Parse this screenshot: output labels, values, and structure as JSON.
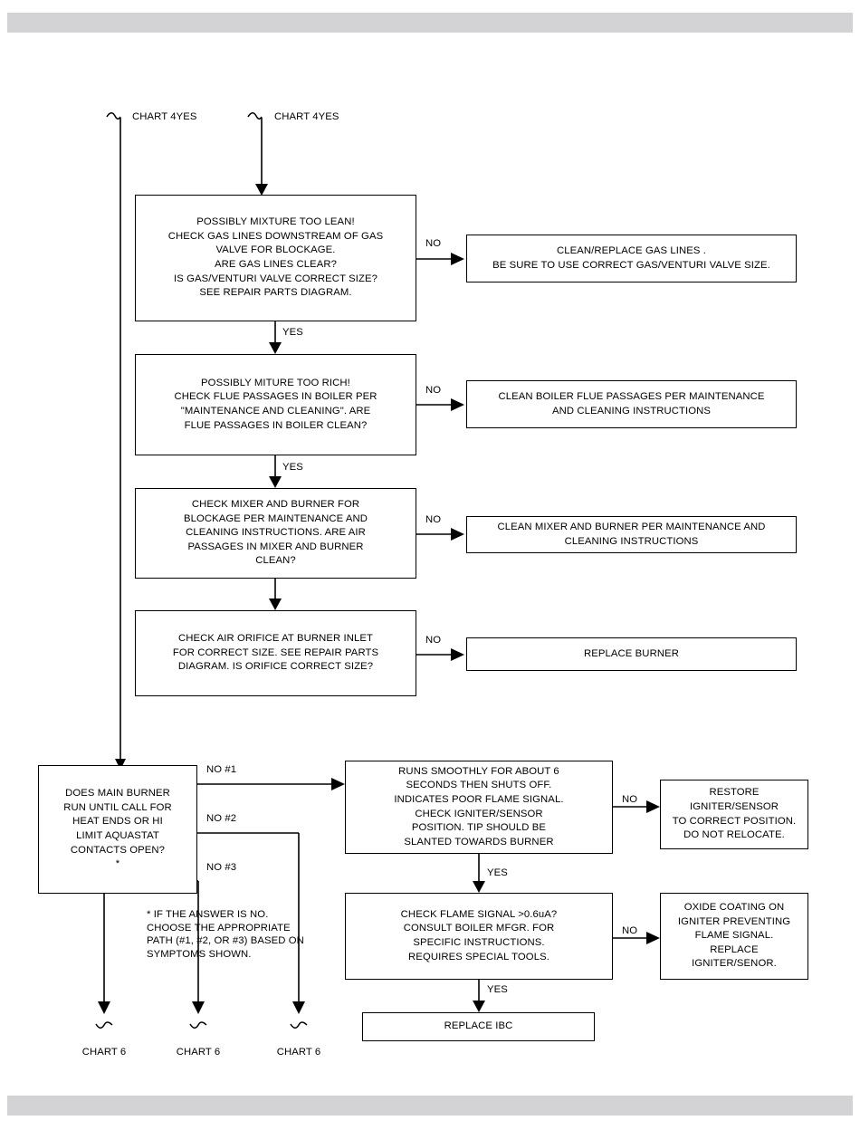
{
  "page": {
    "title": "Gas Boiler Troubleshooting Flow Chart 5",
    "band_color": "#d3d3d5",
    "line_color": "#000000",
    "background": "#ffffff"
  },
  "connectors": {
    "top_left": {
      "chart": "CHART 4",
      "answer": "YES"
    },
    "top_right": {
      "chart": "CHART 4",
      "answer": "YES"
    },
    "bottom_1": "CHART 6",
    "bottom_2": "CHART 6",
    "bottom_3": "CHART 6"
  },
  "nodes": {
    "mixture_lean": "POSSIBLY MIXTURE TOO LEAN!\nCHECK GAS LINES DOWNSTREAM OF GAS\nVALVE FOR BLOCKAGE.\nARE GAS LINES CLEAR?\nIS GAS/VENTURI VALVE CORRECT SIZE?\nSEE REPAIR PARTS DIAGRAM.",
    "clean_gas_lines": "CLEAN/REPLACE GAS LINES .\nBE SURE TO USE CORRECT GAS/VENTURI VALVE SIZE.",
    "mixture_rich": "POSSIBLY MITURE TOO RICH!\nCHECK FLUE PASSAGES IN BOILER PER\n\"MAINTENANCE AND CLEANING\". ARE\nFLUE PASSAGES IN BOILER CLEAN?",
    "clean_flue": "CLEAN BOILER FLUE PASSAGES PER MAINTENANCE\nAND CLEANING INSTRUCTIONS",
    "check_mixer": "CHECK MIXER AND BURNER FOR\nBLOCKAGE PER MAINTENANCE AND\nCLEANING INSTRUCTIONS. ARE AIR\nPASSAGES IN MIXER AND BURNER\nCLEAN?",
    "clean_mixer": "CLEAN MIXER AND BURNER PER MAINTENANCE AND\nCLEANING INSTRUCTIONS",
    "check_orifice": "CHECK AIR ORIFICE AT BURNER INLET\nFOR CORRECT SIZE. SEE REPAIR PARTS\nDIAGRAM. IS ORIFICE CORRECT SIZE?",
    "replace_burner": "REPLACE BURNER",
    "main_burner_run": "DOES MAIN BURNER\nRUN UNTIL CALL FOR\nHEAT ENDS OR HI\nLIMIT AQUASTAT\nCONTACTS OPEN?\n*",
    "runs_smoothly": "RUNS SMOOTHLY FOR ABOUT 6\nSECONDS THEN SHUTS OFF.\nINDICATES POOR FLAME SIGNAL.\nCHECK IGNITER/SENSOR\nPOSITION. TIP SHOULD BE\nSLANTED TOWARDS BURNER",
    "restore_igniter": "RESTORE\nIGNITER/SENSOR\nTO CORRECT POSITION.\nDO NOT RELOCATE.",
    "check_flame_signal": "CHECK FLAME SIGNAL >0.6uA?\nCONSULT BOILER MFGR. FOR\nSPECIFIC INSTRUCTIONS.\nREQUIRES SPECIAL TOOLS.",
    "oxide_coating": "OXIDE COATING ON\nIGNITER PREVENTING\nFLAME SIGNAL.\nREPLACE\nIGNITER/SENOR.",
    "replace_ibc": "REPLACE IBC",
    "footnote": "* IF THE ANSWER IS NO.\nCHOOSE THE APPROPRIATE\nPATH (#1, #2, OR #3) BASED ON\nSYMPTOMS SHOWN."
  },
  "edge_labels": {
    "no_1": "NO",
    "yes_1": "YES",
    "no_2": "NO",
    "yes_2": "YES",
    "no_3": "NO",
    "no_4": "NO",
    "no_hash_1": "NO #1",
    "no_hash_2": "NO #2",
    "no_hash_3": "NO #3",
    "no_5": "NO",
    "yes_3": "YES",
    "no_6": "NO",
    "yes_4": "YES"
  }
}
